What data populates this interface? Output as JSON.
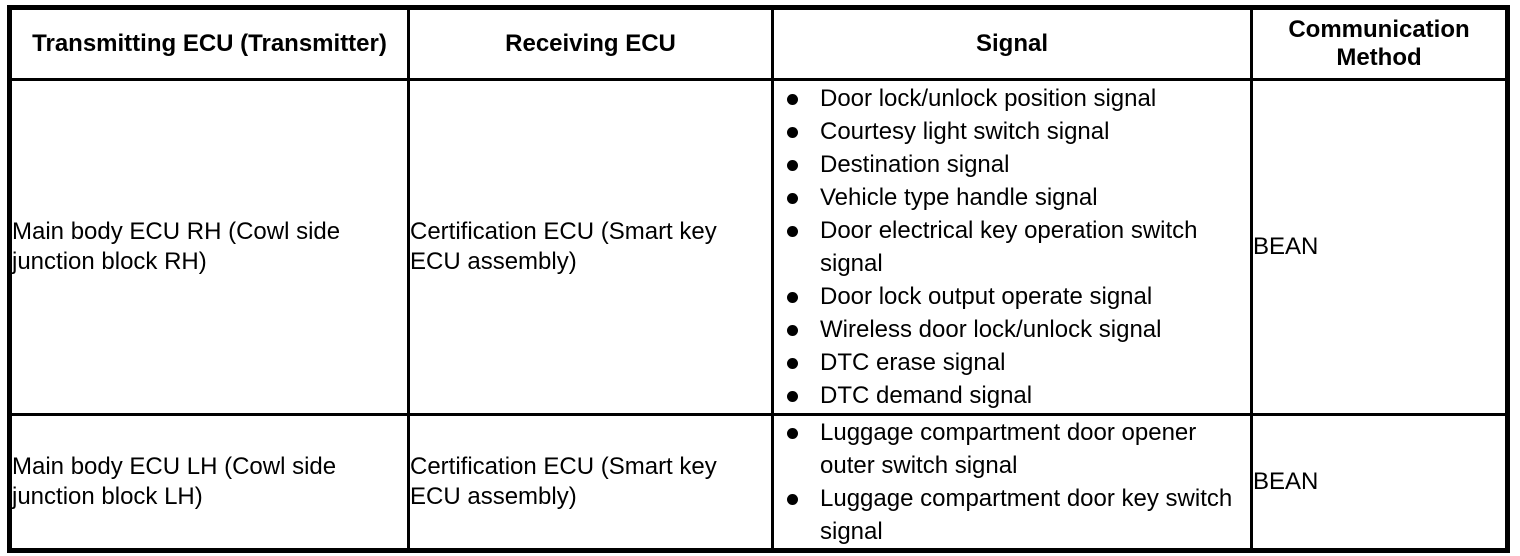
{
  "table": {
    "name": "ecu-communication-table",
    "headers": [
      {
        "id": "transmitting-ecu",
        "label": "Transmitting ECU (Transmitter)"
      },
      {
        "id": "receiving-ecu",
        "label": "Receiving ECU"
      },
      {
        "id": "signal",
        "label": "Signal"
      },
      {
        "id": "communication-method",
        "label": "Communication Method"
      }
    ],
    "rows": [
      {
        "id": "row-main-body-ecu-rh",
        "transmitter": "Main body ECU RH (Cowl side junction block RH)",
        "receiver": "Certification ECU (Smart key ECU assembly)",
        "signals": [
          "Door lock/unlock position signal",
          "Courtesy light switch signal",
          "Destination signal",
          "Vehicle type handle signal",
          "Door electrical key operation switch signal",
          "Door lock output operate signal",
          "Wireless door lock/unlock signal",
          "DTC erase signal",
          "DTC demand signal"
        ],
        "communication_method": "BEAN"
      },
      {
        "id": "row-main-body-ecu-lh",
        "transmitter": "Main body ECU LH (Cowl side junction block LH)",
        "receiver": "Certification ECU (Smart key ECU assembly)",
        "signals": [
          "Luggage compartment door opener outer switch signal",
          "Luggage compartment door key switch signal"
        ],
        "communication_method": "BEAN"
      }
    ]
  },
  "colors": {
    "border": "#000000",
    "text": "#000000",
    "background": "#ffffff"
  }
}
